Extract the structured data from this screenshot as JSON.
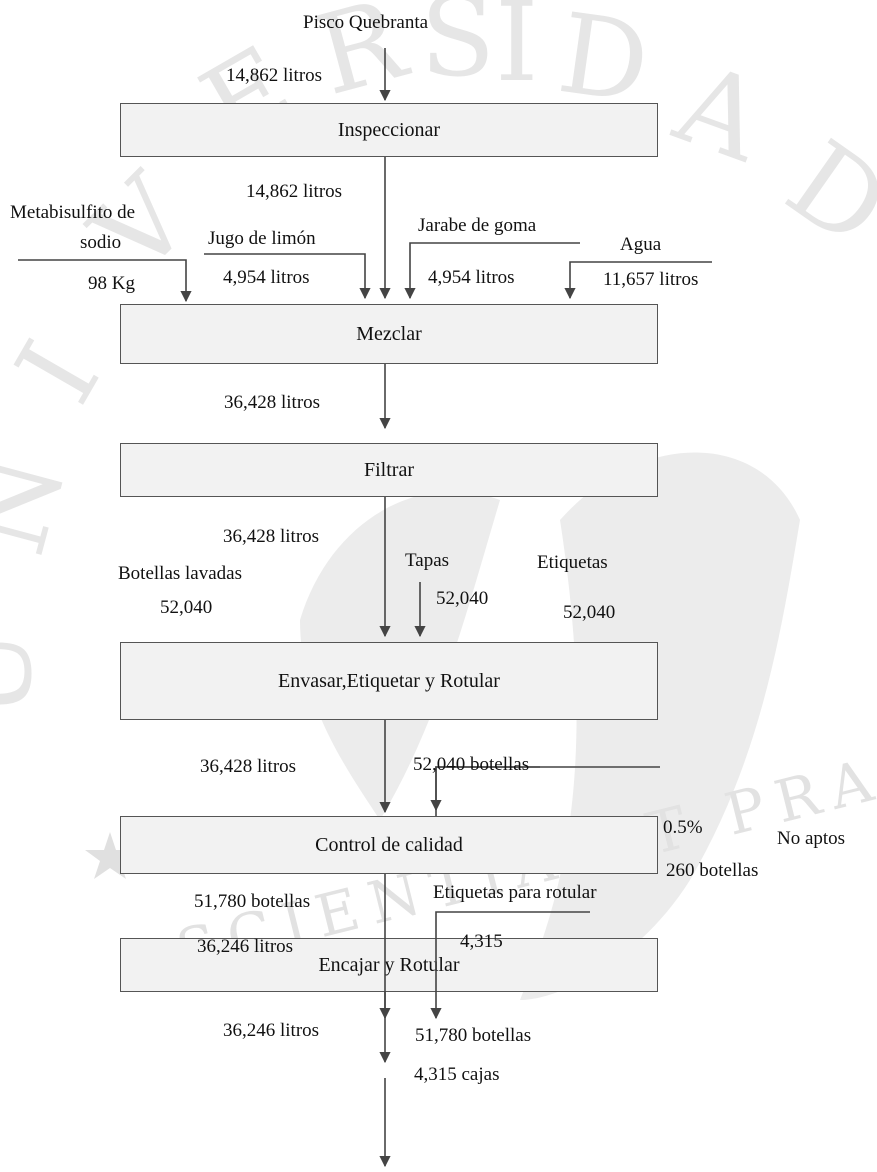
{
  "watermark": {
    "letters": [
      "E",
      "R",
      "S",
      "I",
      "D",
      "A",
      "D",
      "U",
      "N",
      "I",
      "V"
    ],
    "motto": "SCIENTIA ET PRAXIS",
    "color": "#d9d9d9"
  },
  "process_steps": {
    "inspeccionar": "Inspeccionar",
    "mezclar": "Mezclar",
    "filtrar": "Filtrar",
    "envasar": "Envasar,Etiquetar y Rotular",
    "control": "Control de calidad",
    "encajar": "Encajar y Rotular"
  },
  "inputs": {
    "pisco": {
      "name": "Pisco Quebranta",
      "qty": "14,862 litros"
    },
    "metabisulfito": {
      "name_line1": "Metabisulfito de",
      "name_line2": "sodio",
      "qty": "98 Kg"
    },
    "limon": {
      "name": "Jugo de limón",
      "qty": "4,954 litros"
    },
    "goma": {
      "name": "Jarabe de goma",
      "qty": "4,954 litros"
    },
    "agua": {
      "name": "Agua",
      "qty": "11,657 litros"
    },
    "botellas": {
      "name": "Botellas lavadas",
      "qty": "52,040"
    },
    "tapas": {
      "name": "Tapas",
      "qty": "52,040"
    },
    "etiquetas": {
      "name": "Etiquetas",
      "qty": "52,040"
    },
    "etiquetas_rotular": {
      "name": "Etiquetas para rotular",
      "qty": "4,315"
    }
  },
  "flows": {
    "inspeccionar_out": "14,862 litros",
    "mezclar_out": "36,428 litros",
    "filtrar_out": "36,428 litros",
    "envasar_out_litros": "36,428 litros",
    "envasar_out_botellas": "52,040 botellas",
    "control_out_botellas": "51,780 botellas",
    "control_out_litros": "36,246 litros",
    "final_litros": "36,246 litros",
    "final_botellas": "51,780 botellas",
    "final_cajas": "4,315 cajas"
  },
  "reject": {
    "pct": "0.5%",
    "label": "No aptos",
    "qty": "260 botellas"
  }
}
